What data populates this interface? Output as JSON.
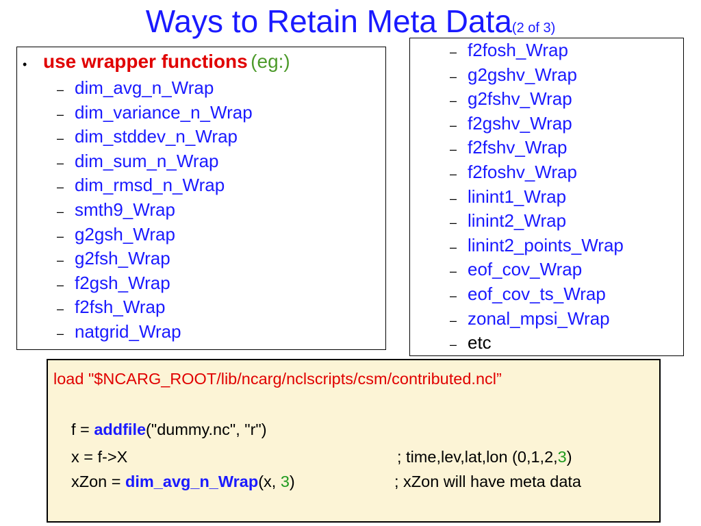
{
  "title": {
    "main": "Ways to Retain Meta Data",
    "sub": "(2 of 3)"
  },
  "left_box": {
    "heading": "use wrapper functions",
    "heading_note": "(eg:)",
    "items": [
      "dim_avg_n_Wrap",
      "dim_variance_n_Wrap",
      "dim_stddev_n_Wrap",
      "dim_sum_n_Wrap",
      "dim_rmsd_n_Wrap",
      "smth9_Wrap",
      "g2gsh_Wrap",
      "g2fsh_Wrap",
      "f2gsh_Wrap",
      "f2fsh_Wrap",
      "natgrid_Wrap"
    ]
  },
  "right_box": {
    "items": [
      "f2fosh_Wrap",
      "g2gshv_Wrap",
      "g2fshv_Wrap",
      "f2gshv_Wrap",
      "f2fshv_Wrap",
      "f2foshv_Wrap",
      "linint1_Wrap",
      "linint2_Wrap",
      "linint2_points_Wrap",
      "eof_cov_Wrap",
      "eof_cov_ts_Wrap",
      "zonal_mpsi_Wrap"
    ],
    "last_item": "etc"
  },
  "code": {
    "load_line": "load \"$NCARG_ROOT/lib/ncarg/nclscripts/csm/contributed.ncl”",
    "line1_pre": "f = ",
    "line1_kw": "addfile",
    "line1_post": "(\"dummy.nc\", \"r\")",
    "line2_code": "x = f->X",
    "line2_comment_pre": "; time,lev,lat,lon  (0,1,2,",
    "line2_comment_num": "3",
    "line2_comment_post": ")",
    "line3_pre": "xZon = ",
    "line3_kw": "dim_avg_n_Wrap",
    "line3_mid": "(x, ",
    "line3_num": "3",
    "line3_post": ")",
    "line3_comment": "; xZon will have meta data"
  },
  "colors": {
    "title": "#1a1aff",
    "heading": "#e00000",
    "note": "#4c9a2a",
    "code_bg": "#fcf4d6"
  }
}
